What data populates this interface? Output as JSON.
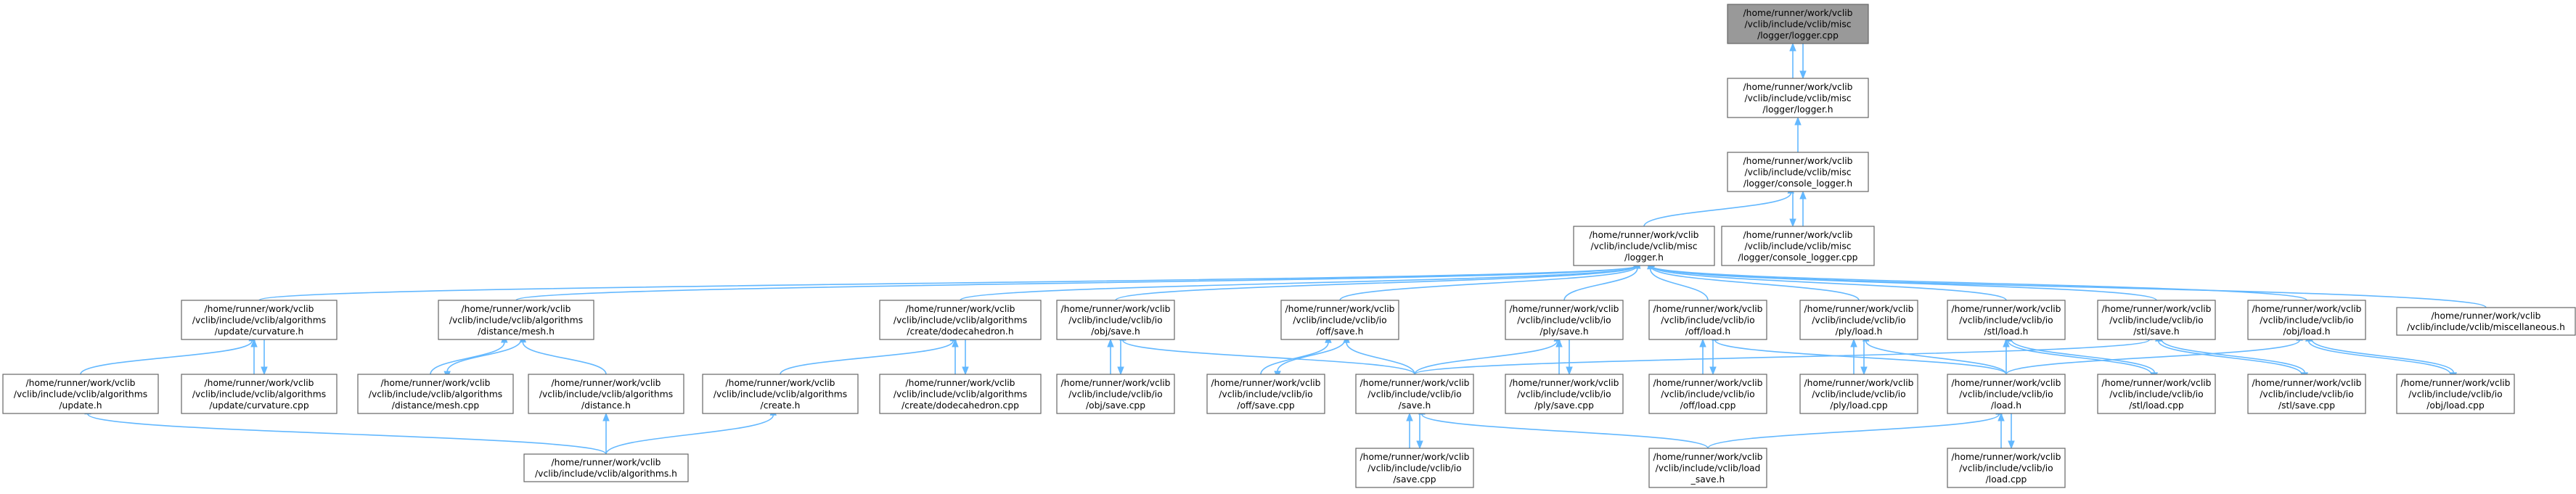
{
  "nodes": [
    {
      "id": "logger_cpp",
      "root": true,
      "lines": [
        "/home/runner/work/vclib",
        "/vclib/include/vclib/misc",
        "/logger/logger.cpp"
      ]
    },
    {
      "id": "logger_h",
      "lines": [
        "/home/runner/work/vclib",
        "/vclib/include/vclib/misc",
        "/logger/logger.h"
      ]
    },
    {
      "id": "console_logger_h",
      "lines": [
        "/home/runner/work/vclib",
        "/vclib/include/vclib/misc",
        "/logger/console_logger.h"
      ]
    },
    {
      "id": "console_logger_cpp",
      "lines": [
        "/home/runner/work/vclib",
        "/vclib/include/vclib/misc",
        "/logger/console_logger.cpp"
      ]
    },
    {
      "id": "misc_logger_h",
      "lines": [
        "/home/runner/work/vclib",
        "/vclib/include/vclib/misc",
        "/logger.h"
      ]
    },
    {
      "id": "curvature_h",
      "lines": [
        "/home/runner/work/vclib",
        "/vclib/include/vclib/algorithms",
        "/update/curvature.h"
      ]
    },
    {
      "id": "distance_mesh_h",
      "lines": [
        "/home/runner/work/vclib",
        "/vclib/include/vclib/algorithms",
        "/distance/mesh.h"
      ]
    },
    {
      "id": "dodecahedron_h",
      "lines": [
        "/home/runner/work/vclib",
        "/vclib/include/vclib/algorithms",
        "/create/dodecahedron.h"
      ]
    },
    {
      "id": "obj_save_h",
      "lines": [
        "/home/runner/work/vclib",
        "/vclib/include/vclib/io",
        "/obj/save.h"
      ]
    },
    {
      "id": "off_save_h",
      "lines": [
        "/home/runner/work/vclib",
        "/vclib/include/vclib/io",
        "/off/save.h"
      ]
    },
    {
      "id": "ply_save_h",
      "lines": [
        "/home/runner/work/vclib",
        "/vclib/include/vclib/io",
        "/ply/save.h"
      ]
    },
    {
      "id": "off_load_h",
      "lines": [
        "/home/runner/work/vclib",
        "/vclib/include/vclib/io",
        "/off/load.h"
      ]
    },
    {
      "id": "ply_load_h",
      "lines": [
        "/home/runner/work/vclib",
        "/vclib/include/vclib/io",
        "/ply/load.h"
      ]
    },
    {
      "id": "stl_load_h",
      "lines": [
        "/home/runner/work/vclib",
        "/vclib/include/vclib/io",
        "/stl/load.h"
      ]
    },
    {
      "id": "stl_save_h",
      "lines": [
        "/home/runner/work/vclib",
        "/vclib/include/vclib/io",
        "/stl/save.h"
      ]
    },
    {
      "id": "obj_load_h",
      "lines": [
        "/home/runner/work/vclib",
        "/vclib/include/vclib/io",
        "/obj/load.h"
      ]
    },
    {
      "id": "miscellaneous_h",
      "lines": [
        "/home/runner/work/vclib",
        "/vclib/include/vclib/miscellaneous.h"
      ]
    },
    {
      "id": "update_h",
      "lines": [
        "/home/runner/work/vclib",
        "/vclib/include/vclib/algorithms",
        "/update.h"
      ]
    },
    {
      "id": "curvature_cpp",
      "lines": [
        "/home/runner/work/vclib",
        "/vclib/include/vclib/algorithms",
        "/update/curvature.cpp"
      ]
    },
    {
      "id": "distance_mesh_cpp",
      "lines": [
        "/home/runner/work/vclib",
        "/vclib/include/vclib/algorithms",
        "/distance/mesh.cpp"
      ]
    },
    {
      "id": "distance_h",
      "lines": [
        "/home/runner/work/vclib",
        "/vclib/include/vclib/algorithms",
        "/distance.h"
      ]
    },
    {
      "id": "create_h",
      "lines": [
        "/home/runner/work/vclib",
        "/vclib/include/vclib/algorithms",
        "/create.h"
      ]
    },
    {
      "id": "dodecahedron_cpp",
      "lines": [
        "/home/runner/work/vclib",
        "/vclib/include/vclib/algorithms",
        "/create/dodecahedron.cpp"
      ]
    },
    {
      "id": "obj_save_cpp",
      "lines": [
        "/home/runner/work/vclib",
        "/vclib/include/vclib/io",
        "/obj/save.cpp"
      ]
    },
    {
      "id": "off_save_cpp",
      "lines": [
        "/home/runner/work/vclib",
        "/vclib/include/vclib/io",
        "/off/save.cpp"
      ]
    },
    {
      "id": "io_save_h",
      "lines": [
        "/home/runner/work/vclib",
        "/vclib/include/vclib/io",
        "/save.h"
      ]
    },
    {
      "id": "ply_save_cpp",
      "lines": [
        "/home/runner/work/vclib",
        "/vclib/include/vclib/io",
        "/ply/save.cpp"
      ]
    },
    {
      "id": "off_load_cpp",
      "lines": [
        "/home/runner/work/vclib",
        "/vclib/include/vclib/io",
        "/off/load.cpp"
      ]
    },
    {
      "id": "ply_load_cpp",
      "lines": [
        "/home/runner/work/vclib",
        "/vclib/include/vclib/io",
        "/ply/load.cpp"
      ]
    },
    {
      "id": "io_load_h",
      "lines": [
        "/home/runner/work/vclib",
        "/vclib/include/vclib/io",
        "/load.h"
      ]
    },
    {
      "id": "stl_load_cpp",
      "lines": [
        "/home/runner/work/vclib",
        "/vclib/include/vclib/io",
        "/stl/load.cpp"
      ]
    },
    {
      "id": "stl_save_cpp",
      "lines": [
        "/home/runner/work/vclib",
        "/vclib/include/vclib/io",
        "/stl/save.cpp"
      ]
    },
    {
      "id": "obj_load_cpp",
      "lines": [
        "/home/runner/work/vclib",
        "/vclib/include/vclib/io",
        "/obj/load.cpp"
      ]
    },
    {
      "id": "algorithms_h",
      "lines": [
        "/home/runner/work/vclib",
        "/vclib/include/vclib/algorithms.h"
      ]
    },
    {
      "id": "io_save_cpp",
      "lines": [
        "/home/runner/work/vclib",
        "/vclib/include/vclib/io",
        "/save.cpp"
      ]
    },
    {
      "id": "load_save_h",
      "lines": [
        "/home/runner/work/vclib",
        "/vclib/include/vclib/load",
        "_save.h"
      ]
    },
    {
      "id": "io_load_cpp",
      "lines": [
        "/home/runner/work/vclib",
        "/vclib/include/vclib/io",
        "/load.cpp"
      ]
    }
  ],
  "edges": [
    [
      "logger_h",
      "logger_cpp"
    ],
    [
      "logger_cpp",
      "logger_h"
    ],
    [
      "console_logger_h",
      "logger_h"
    ],
    [
      "misc_logger_h",
      "console_logger_h"
    ],
    [
      "console_logger_h",
      "console_logger_cpp"
    ],
    [
      "console_logger_cpp",
      "console_logger_h"
    ],
    [
      "curvature_h",
      "misc_logger_h"
    ],
    [
      "distance_mesh_h",
      "misc_logger_h"
    ],
    [
      "dodecahedron_h",
      "misc_logger_h"
    ],
    [
      "obj_save_h",
      "misc_logger_h"
    ],
    [
      "off_save_h",
      "misc_logger_h"
    ],
    [
      "ply_save_h",
      "misc_logger_h"
    ],
    [
      "off_load_h",
      "misc_logger_h"
    ],
    [
      "ply_load_h",
      "misc_logger_h"
    ],
    [
      "stl_load_h",
      "misc_logger_h"
    ],
    [
      "stl_save_h",
      "misc_logger_h"
    ],
    [
      "obj_load_h",
      "misc_logger_h"
    ],
    [
      "miscellaneous_h",
      "misc_logger_h"
    ],
    [
      "update_h",
      "curvature_h"
    ],
    [
      "curvature_cpp",
      "curvature_h"
    ],
    [
      "curvature_h",
      "curvature_cpp"
    ],
    [
      "distance_mesh_cpp",
      "distance_mesh_h"
    ],
    [
      "distance_mesh_h",
      "distance_mesh_cpp"
    ],
    [
      "distance_h",
      "distance_mesh_h"
    ],
    [
      "create_h",
      "dodecahedron_h"
    ],
    [
      "dodecahedron_cpp",
      "dodecahedron_h"
    ],
    [
      "dodecahedron_h",
      "dodecahedron_cpp"
    ],
    [
      "obj_save_cpp",
      "obj_save_h"
    ],
    [
      "obj_save_h",
      "obj_save_cpp"
    ],
    [
      "io_save_h",
      "obj_save_h"
    ],
    [
      "off_save_cpp",
      "off_save_h"
    ],
    [
      "off_save_h",
      "off_save_cpp"
    ],
    [
      "io_save_h",
      "off_save_h"
    ],
    [
      "io_save_h",
      "ply_save_h"
    ],
    [
      "ply_save_cpp",
      "ply_save_h"
    ],
    [
      "ply_save_h",
      "ply_save_cpp"
    ],
    [
      "off_load_cpp",
      "off_load_h"
    ],
    [
      "off_load_h",
      "off_load_cpp"
    ],
    [
      "io_load_h",
      "off_load_h"
    ],
    [
      "ply_load_cpp",
      "ply_load_h"
    ],
    [
      "ply_load_h",
      "ply_load_cpp"
    ],
    [
      "io_load_h",
      "ply_load_h"
    ],
    [
      "stl_load_cpp",
      "stl_load_h"
    ],
    [
      "stl_load_h",
      "stl_load_cpp"
    ],
    [
      "io_load_h",
      "stl_load_h"
    ],
    [
      "stl_save_cpp",
      "stl_save_h"
    ],
    [
      "stl_save_h",
      "stl_save_cpp"
    ],
    [
      "io_save_h",
      "stl_save_h"
    ],
    [
      "obj_load_cpp",
      "obj_load_h"
    ],
    [
      "obj_load_h",
      "obj_load_cpp"
    ],
    [
      "io_load_h",
      "obj_load_h"
    ],
    [
      "algorithms_h",
      "update_h"
    ],
    [
      "algorithms_h",
      "distance_h"
    ],
    [
      "algorithms_h",
      "create_h"
    ],
    [
      "io_save_cpp",
      "io_save_h"
    ],
    [
      "io_save_h",
      "io_save_cpp"
    ],
    [
      "load_save_h",
      "io_save_h"
    ],
    [
      "load_save_h",
      "io_load_h"
    ],
    [
      "io_load_cpp",
      "io_load_h"
    ],
    [
      "io_load_h",
      "io_load_cpp"
    ]
  ]
}
